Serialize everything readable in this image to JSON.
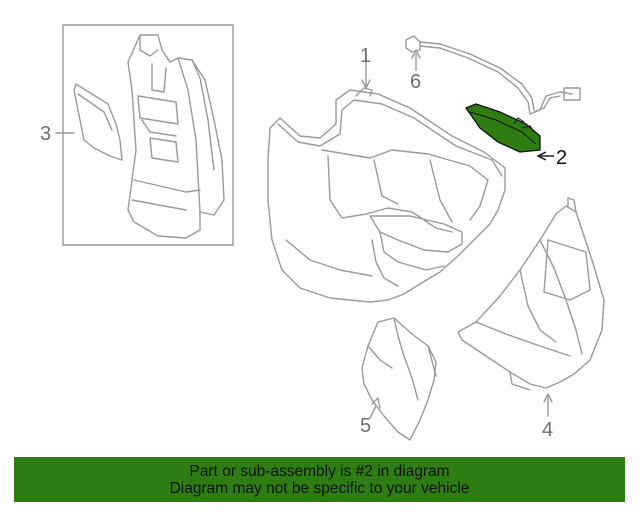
{
  "callouts": {
    "part1": "1",
    "part2": "2",
    "part3": "3",
    "part4": "4",
    "part5": "5",
    "part6": "6"
  },
  "colors": {
    "line": "#9a9a9a",
    "highlight_fill": "#2f7d12",
    "banner": "#2e7d12"
  },
  "banner": {
    "line1": "Part or sub-assembly is #2 in diagram",
    "line2": "Diagram may not be specific to your vehicle"
  }
}
